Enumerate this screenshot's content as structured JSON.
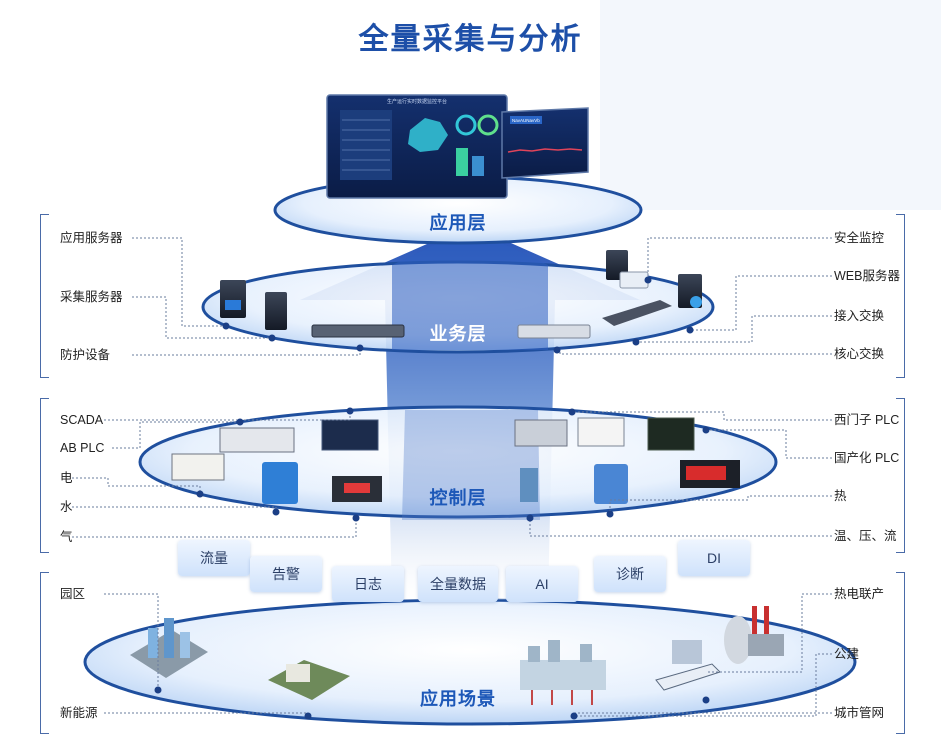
{
  "title": "全量采集与分析",
  "layers": {
    "app": "应用层",
    "business": "业务层",
    "control": "控制层",
    "scenario": "应用场景"
  },
  "screens": {
    "main_title": "生产运行实时数据监控平台",
    "side_title": "NavAUNavVb"
  },
  "left_labels": {
    "app_server": "应用服务器",
    "collect_server": "采集服务器",
    "protect": "防护设备",
    "scada": "SCADA",
    "abplc": "AB PLC",
    "elec": "电",
    "water": "水",
    "gas": "气",
    "park": "园区",
    "newenergy": "新能源"
  },
  "right_labels": {
    "security": "安全监控",
    "web": "WEB服务器",
    "access": "接入交换",
    "core": "核心交换",
    "siemens": "西门子 PLC",
    "domestic": "国产化 PLC",
    "heat": "热",
    "tpf": "温、压、流",
    "chp": "热电联产",
    "public": "公建",
    "pipe": "城市管网"
  },
  "tags": [
    "流量",
    "告警",
    "日志",
    "全量数据",
    "AI",
    "诊断",
    "DI"
  ],
  "colors": {
    "title": "#1d4fa8",
    "layer_text": "#1d58b8",
    "ellipse_fill": "#eaf3ff",
    "ellipse_stroke": "#1f4f9e",
    "arrow": "#2d5fc0",
    "dot": "#1b3f86"
  }
}
